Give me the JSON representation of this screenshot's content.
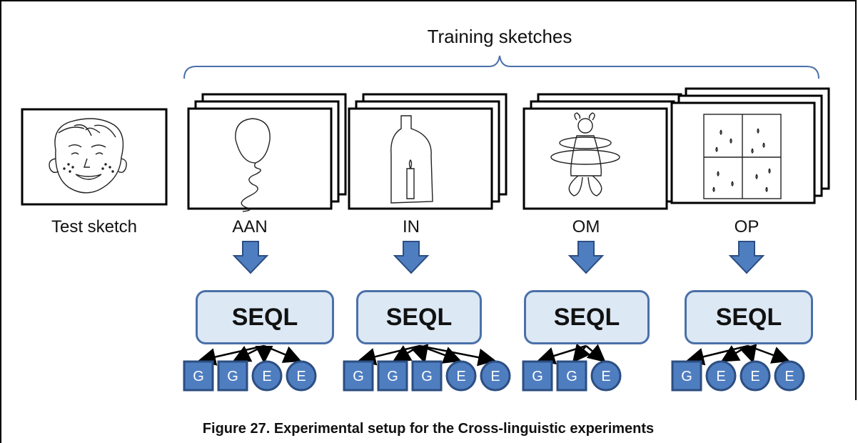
{
  "diagram": {
    "group_label": "Training sketches",
    "test_label": "Test sketch",
    "learner_label": "SEQL",
    "caption": "Figure 27. Experimental setup for the Cross-linguistic experiments",
    "sets": [
      {
        "name": "AAN",
        "drawing": "balloon",
        "outputs": [
          "G",
          "G",
          "E",
          "E"
        ]
      },
      {
        "name": "IN",
        "drawing": "bottle-with-candle",
        "outputs": [
          "G",
          "G",
          "G",
          "E",
          "E"
        ]
      },
      {
        "name": "OM",
        "drawing": "girl-with-hoop",
        "outputs": [
          "G",
          "G",
          "E"
        ]
      },
      {
        "name": "OP",
        "drawing": "window-with-rain",
        "outputs": [
          "G",
          "E",
          "E",
          "E"
        ]
      }
    ],
    "output_shapes": {
      "G": "square",
      "E": "circle"
    },
    "colors": {
      "box_fill": "#dde8f5",
      "box_stroke": "#4a70a8",
      "node_fill": "#4f7ec0",
      "node_stroke": "#2c4e82",
      "brace": "#4a70a8"
    }
  }
}
